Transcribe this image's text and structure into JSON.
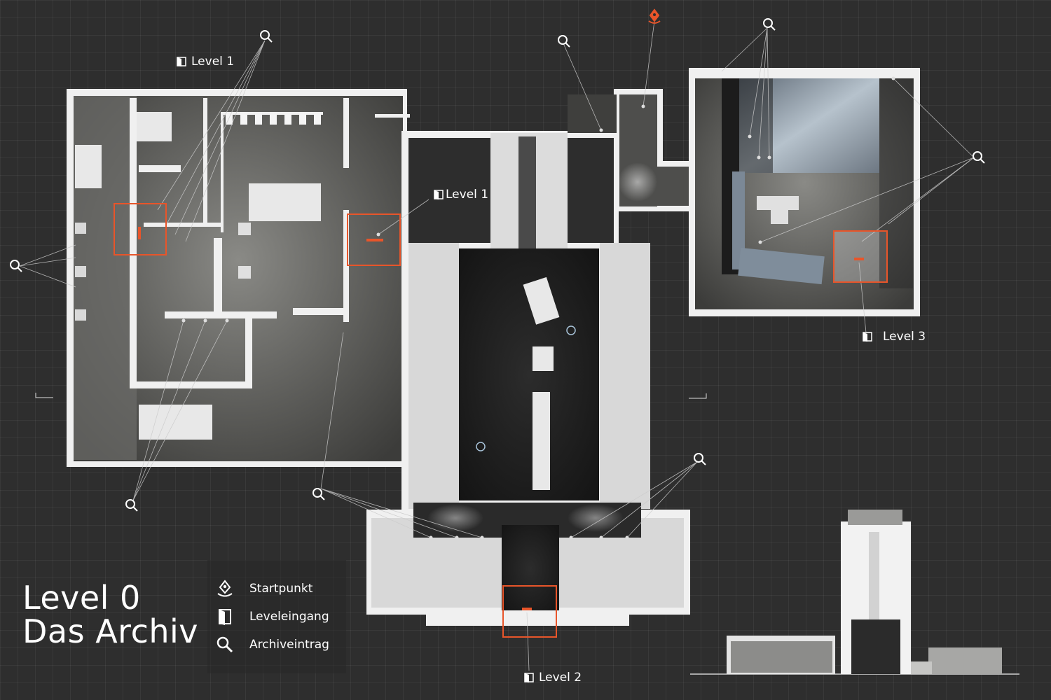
{
  "title": {
    "line1": "Level 0",
    "line2": "Das Archiv"
  },
  "legend": {
    "items": [
      {
        "icon": "start-point-icon",
        "label": "Startpunkt"
      },
      {
        "icon": "level-entrance-icon",
        "label": "Leveleingang"
      },
      {
        "icon": "archive-entry-icon",
        "label": "Archiveintrag"
      }
    ]
  },
  "level_entrances": [
    {
      "label": "Level 1"
    },
    {
      "label": "Level 1"
    },
    {
      "label": "Level 3"
    },
    {
      "label": "Level 2"
    }
  ],
  "colors": {
    "background": "#2e2e2e",
    "accent": "#e8552a",
    "wall": "#f0f0f0",
    "floor": "#4a4a48"
  }
}
